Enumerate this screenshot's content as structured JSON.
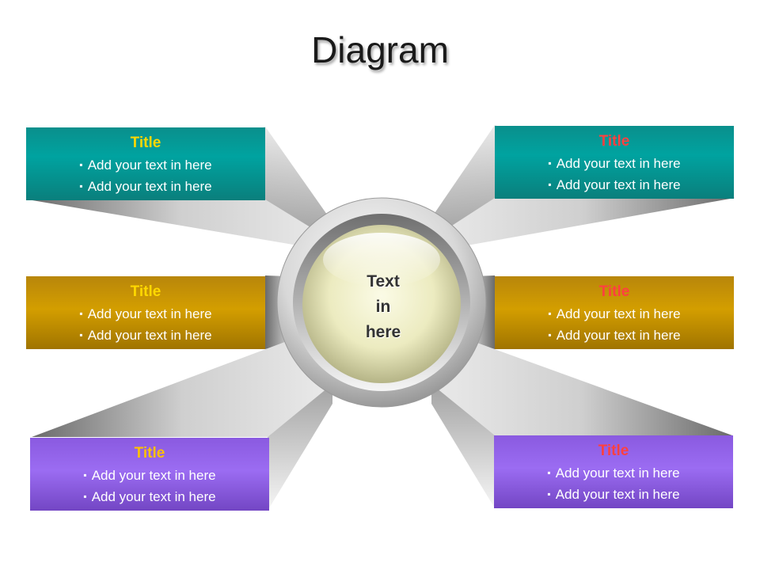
{
  "header": {
    "title": "Diagram"
  },
  "center": {
    "lines": [
      "Text",
      "in",
      "here"
    ]
  },
  "colors": {
    "teal": "#00a3a0",
    "gold": "#d39e00",
    "violet": "#9b6cf2",
    "title_yellow": "#ffd800",
    "title_orange": "#ffc000",
    "title_red": "#ff4040",
    "center_cream": "#f0edc0"
  },
  "boxes": [
    {
      "id": "top-left",
      "theme": "teal",
      "title": "Title",
      "title_color": "#ffd800",
      "bullets": [
        "Add your text in here",
        "Add your text in here"
      ]
    },
    {
      "id": "middle-left",
      "theme": "gold",
      "title": "Title",
      "title_color": "#ffd800",
      "bullets": [
        "Add your text in here",
        "Add your text in here"
      ]
    },
    {
      "id": "bottom-left",
      "theme": "violet",
      "title": "Title",
      "title_color": "#ffc000",
      "bullets": [
        "Add your text in here",
        "Add your text in here"
      ]
    },
    {
      "id": "top-right",
      "theme": "teal",
      "title": "Title",
      "title_color": "#ff4040",
      "bullets": [
        "Add your text in here",
        "Add your text in here"
      ]
    },
    {
      "id": "middle-right",
      "theme": "gold",
      "title": "Title",
      "title_color": "#ff4040",
      "bullets": [
        "Add your text in here",
        "Add your text in here"
      ]
    },
    {
      "id": "bottom-right",
      "theme": "violet",
      "title": "Title",
      "title_color": "#ff4040",
      "bullets": [
        "Add your text in here",
        "Add your text in here"
      ]
    }
  ]
}
